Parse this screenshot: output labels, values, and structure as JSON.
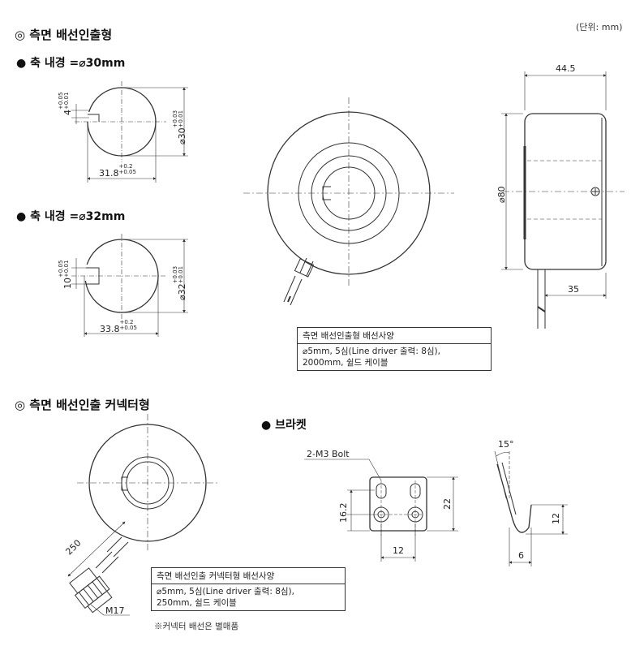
{
  "unit_note": "(단위: mm)",
  "section1": {
    "title": "◎ 측면 배선인출형"
  },
  "bore30": {
    "heading": "● 축 내경 =⌀30mm",
    "key_dim": "4",
    "key_tol_top": "+0.05",
    "key_tol_bottom": "+0.01",
    "dia_label": "⌀30",
    "dia_tol_top": "+0.03",
    "dia_tol_bottom": "+0.01",
    "width_label": "31.8",
    "width_tol_top": "+0.2",
    "width_tol_bottom": "+0.05"
  },
  "bore32": {
    "heading": "● 축 내경 =⌀32mm",
    "key_dim": "10",
    "key_tol_top": "+0.05",
    "key_tol_bottom": "+0.01",
    "dia_label": "⌀32",
    "dia_tol_top": "+0.03",
    "dia_tol_bottom": "+0.01",
    "width_label": "33.8",
    "width_tol_top": "+0.2",
    "width_tol_bottom": "+0.05"
  },
  "side_view": {
    "width_dim": "44.5",
    "dia_dim": "⌀80",
    "cable_dim": "35"
  },
  "spec1": {
    "title": "측면 배선인출형 배선사양",
    "line1": "⌀5mm, 5심(Line driver 출력: 8심),",
    "line2": "2000mm, 쉴드 케이블"
  },
  "section2": {
    "title": "◎ 측면 배선인출 커넥터형"
  },
  "connector": {
    "cable_dim": "250",
    "thread": "M17"
  },
  "spec2": {
    "title": "측면 배선인출 커넥터형 배선사양",
    "line1": "⌀5mm, 5심(Line driver 출력: 8심),",
    "line2": "250mm, 쉴드 케이블"
  },
  "note": "※커넥터 배선은 별매품",
  "bracket": {
    "heading": "● 브라켓",
    "bolt_label": "2-M3 Bolt",
    "dim_16_2": "16.2",
    "dim_22": "22",
    "dim_12_bottom": "12",
    "angle": "15°",
    "dim_12_side": "12",
    "dim_6": "6"
  }
}
